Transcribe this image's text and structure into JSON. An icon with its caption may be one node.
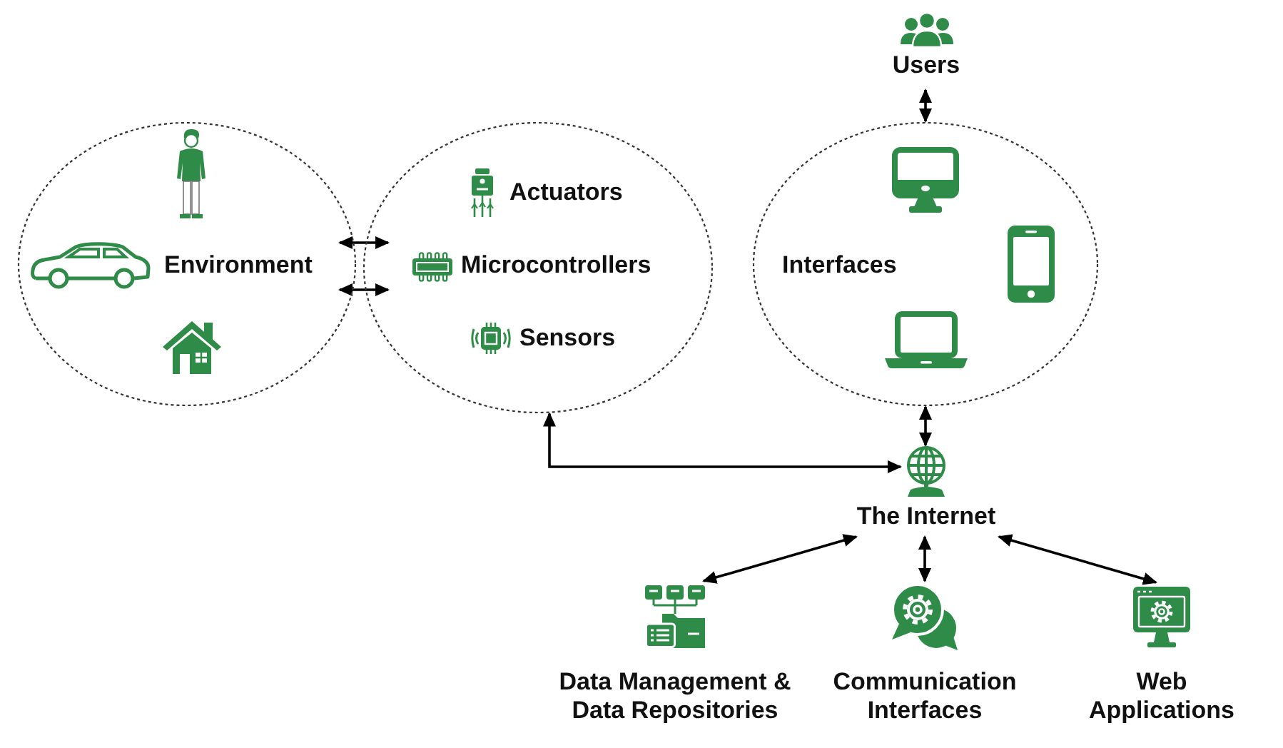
{
  "diagram": {
    "nodes": [
      {
        "text": [
          "Environment"
        ]
      },
      {
        "text": [
          "Actuators",
          "Microcontrollers",
          "Sensors"
        ]
      },
      {
        "text": [
          "Interfaces"
        ]
      },
      {
        "text": [
          "Users"
        ]
      },
      {
        "text": [
          "The Internet"
        ]
      },
      {
        "text": [
          "Data Management & Data Repositories"
        ]
      },
      {
        "text": [
          "Communication Interfaces"
        ]
      },
      {
        "text": [
          "Web Applications"
        ]
      }
    ],
    "edges": [
      {
        "from": 0,
        "to": 1,
        "arrow": "both"
      },
      {
        "from": 0,
        "to": 1,
        "arrow": "both"
      },
      {
        "from": 3,
        "to": 2,
        "arrow": "both"
      },
      {
        "from": 2,
        "to": 4,
        "arrow": "both"
      },
      {
        "from": 4,
        "to": 1,
        "arrow": "both"
      },
      {
        "from": 4,
        "to": 5,
        "arrow": "both"
      },
      {
        "from": 4,
        "to": 6,
        "arrow": "both"
      },
      {
        "from": 4,
        "to": 7,
        "arrow": "both"
      }
    ]
  }
}
